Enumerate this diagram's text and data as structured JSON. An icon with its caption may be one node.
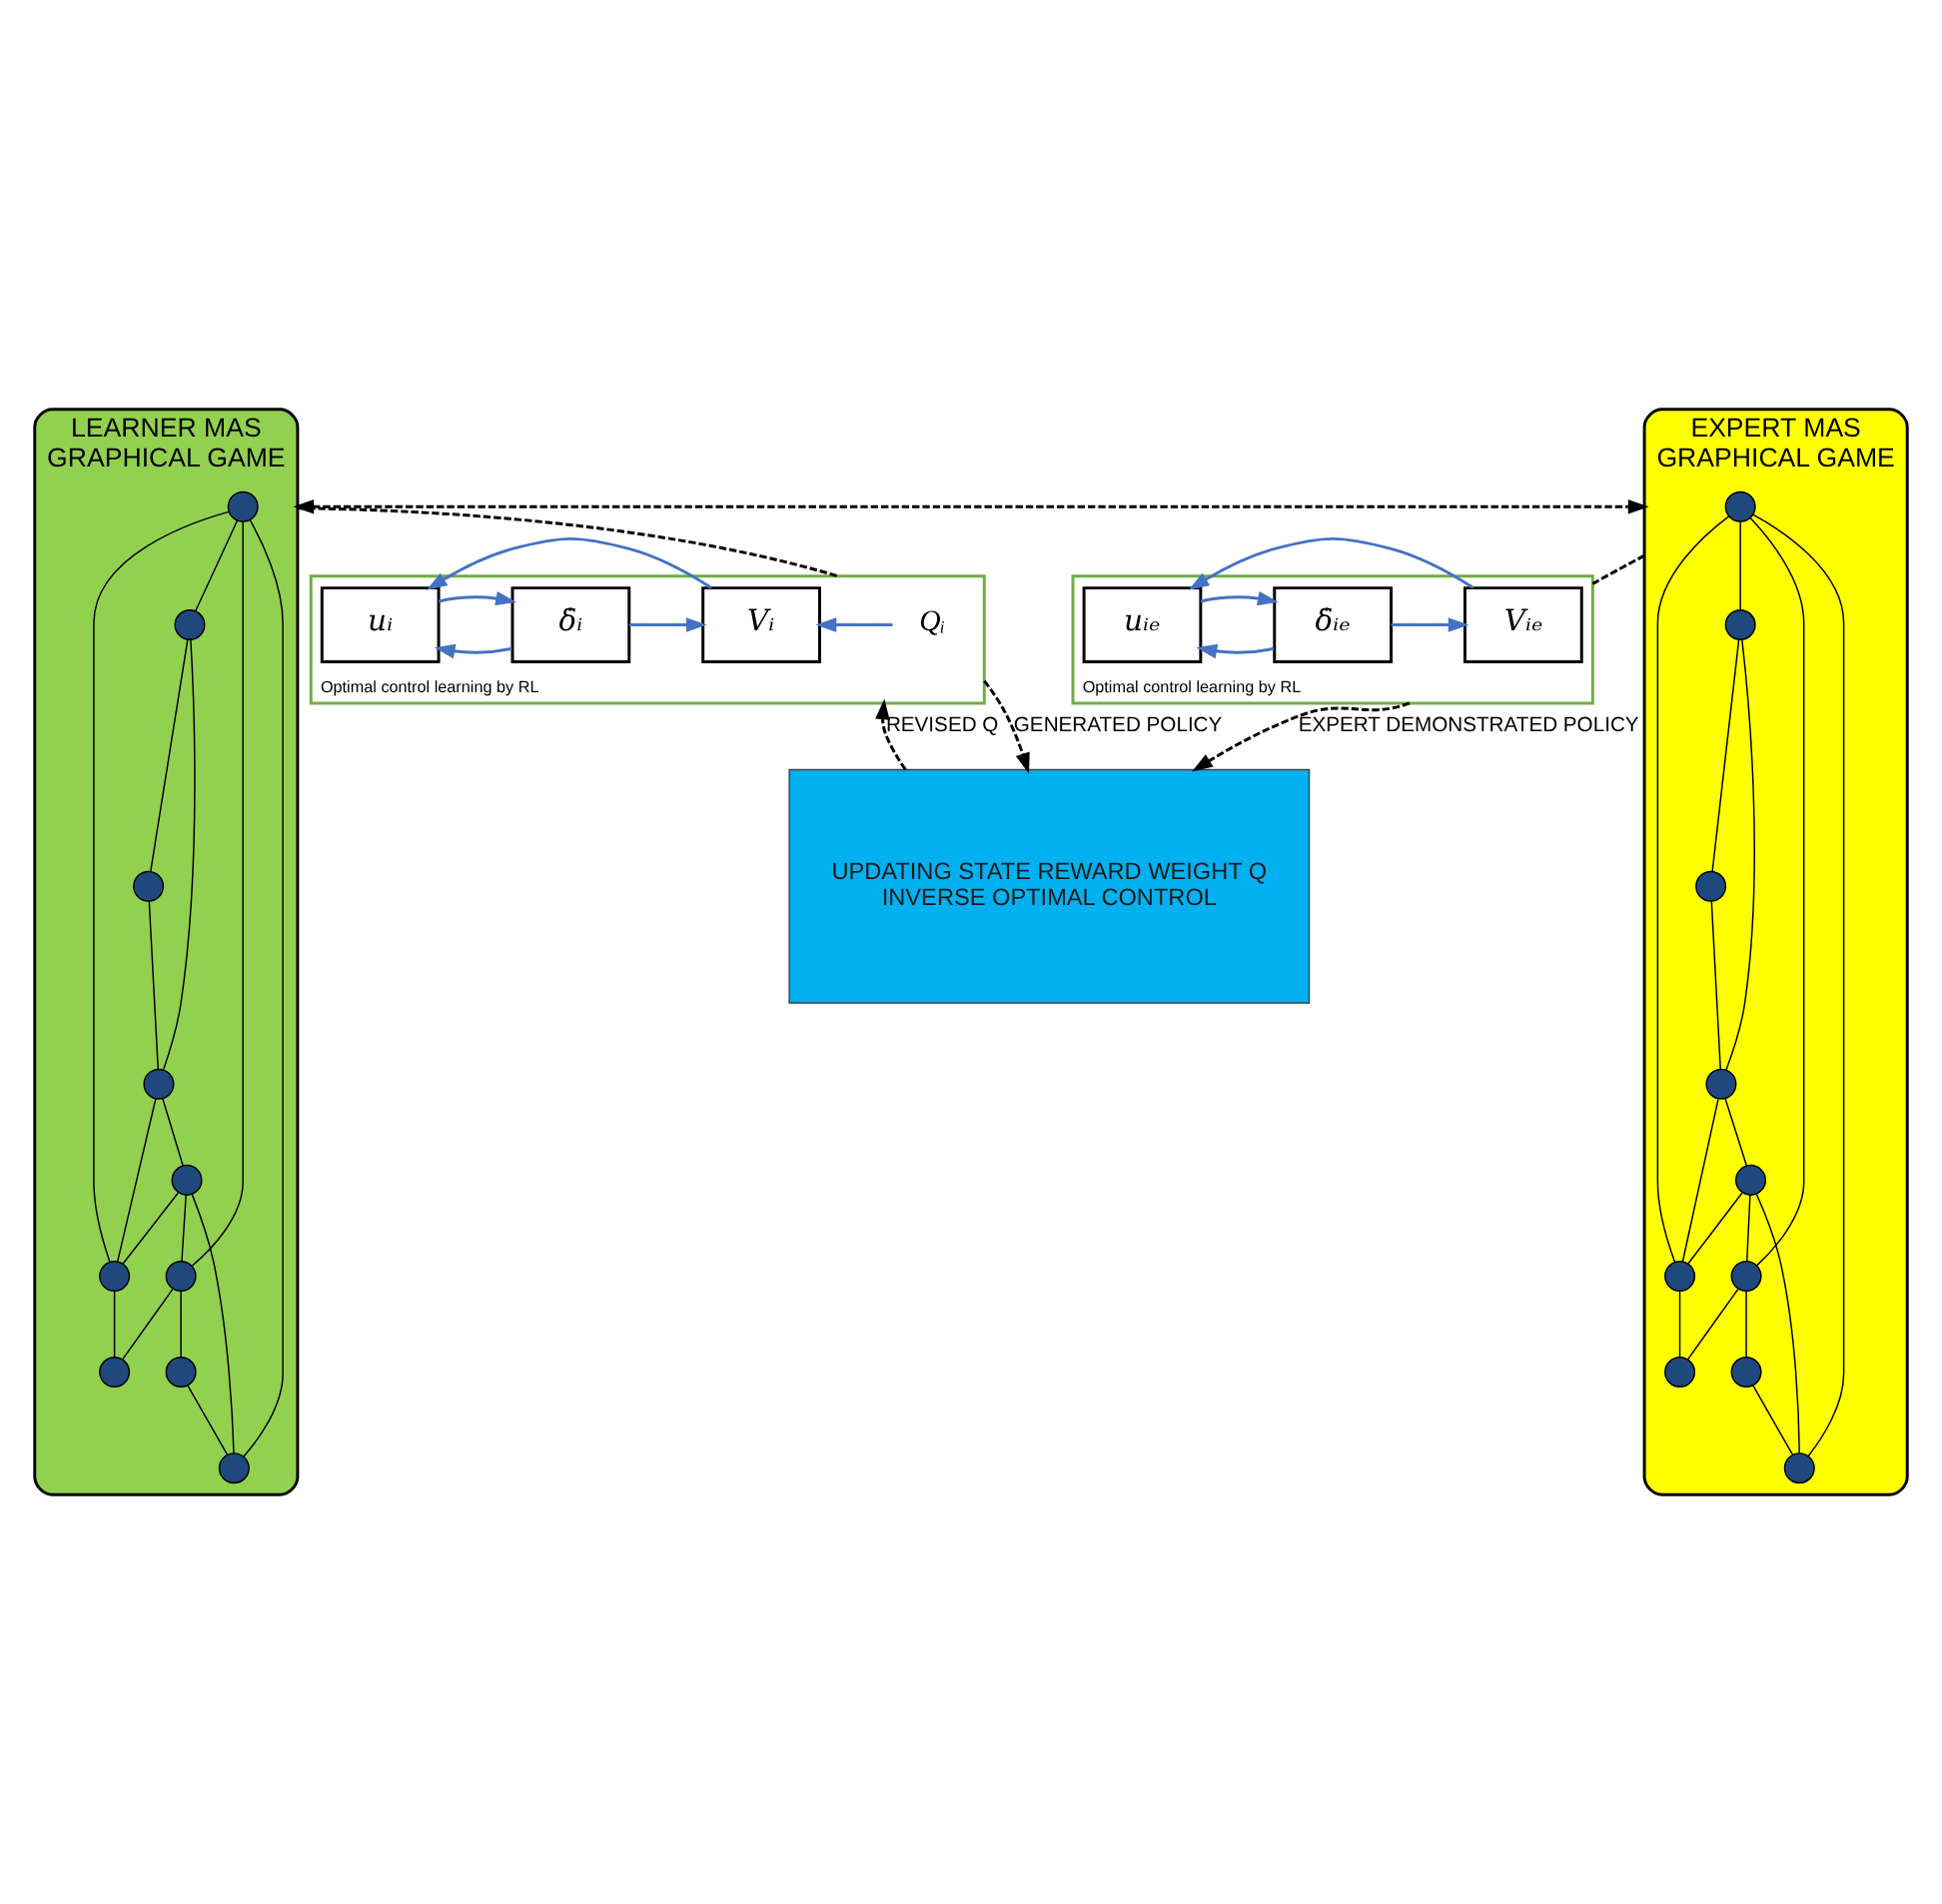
{
  "diagram": {
    "nodes": [
      {
        "text": [
          "LEARNER MAS",
          "GRAPHICAL GAME"
        ]
      },
      {
        "text": [],
        "shape": "circle",
        "in": 0
      },
      {
        "text": [],
        "shape": "circle",
        "in": 0
      },
      {
        "text": [],
        "shape": "circle",
        "in": 0
      },
      {
        "text": [],
        "shape": "circle",
        "in": 0
      },
      {
        "text": [],
        "shape": "circle",
        "in": 0
      },
      {
        "text": [],
        "shape": "circle",
        "in": 0
      },
      {
        "text": [],
        "shape": "circle",
        "in": 0
      },
      {
        "text": [],
        "shape": "circle",
        "in": 0
      },
      {
        "text": [],
        "shape": "circle",
        "in": 0
      },
      {
        "text": [],
        "shape": "circle",
        "in": 0
      },
      {
        "text": [
          "EXPERT MAS",
          "GRAPHICAL GAME"
        ]
      },
      {
        "text": [],
        "shape": "circle",
        "in": 11
      },
      {
        "text": [],
        "shape": "circle",
        "in": 11
      },
      {
        "text": [],
        "shape": "circle",
        "in": 11
      },
      {
        "text": [],
        "shape": "circle",
        "in": 11
      },
      {
        "text": [],
        "shape": "circle",
        "in": 11
      },
      {
        "text": [],
        "shape": "circle",
        "in": 11
      },
      {
        "text": [],
        "shape": "circle",
        "in": 11
      },
      {
        "text": [],
        "shape": "circle",
        "in": 11
      },
      {
        "text": [],
        "shape": "circle",
        "in": 11
      },
      {
        "text": [],
        "shape": "circle",
        "in": 11
      },
      {
        "text": [
          "Optimal control learning by RL"
        ]
      },
      {
        "text": [
          "Qᵢ"
        ],
        "in": 22
      },
      {
        "text": [
          "Vᵢ"
        ],
        "in": 22
      },
      {
        "text": [
          "δ̇ᵢ"
        ],
        "in": 22
      },
      {
        "text": [
          "uᵢ"
        ],
        "in": 22
      },
      {
        "text": [
          "Optimal control learning by RL"
        ]
      },
      {
        "text": [
          "Vᵢₑ"
        ],
        "in": 27
      },
      {
        "text": [
          "δ̇ᵢₑ"
        ],
        "in": 27
      },
      {
        "text": [
          "uᵢₑ"
        ],
        "in": 27
      },
      {
        "text": [
          "UPDATING STATE REWARD WEIGHT Q",
          "INVERSE OPTIMAL CONTROL"
        ]
      }
    ],
    "edges": [
      {
        "from": 1,
        "to": 3,
        "arrow": "none"
      },
      {
        "from": 1,
        "to": 2,
        "arrow": "none"
      },
      {
        "from": 1,
        "to": 5,
        "arrow": "none"
      },
      {
        "from": 1,
        "to": 10,
        "arrow": "none"
      },
      {
        "from": 3,
        "to": 4,
        "arrow": "none"
      },
      {
        "from": 3,
        "to": 7,
        "arrow": "none"
      },
      {
        "from": 4,
        "to": 7,
        "arrow": "none"
      },
      {
        "from": 7,
        "to": 5,
        "arrow": "none"
      },
      {
        "from": 7,
        "to": 8,
        "arrow": "none"
      },
      {
        "from": 8,
        "to": 5,
        "arrow": "none"
      },
      {
        "from": 8,
        "to": 2,
        "arrow": "none"
      },
      {
        "from": 8,
        "to": 10,
        "arrow": "none"
      },
      {
        "from": 2,
        "to": 6,
        "arrow": "none"
      },
      {
        "from": 2,
        "to": 9,
        "arrow": "none"
      },
      {
        "from": 5,
        "to": 9,
        "arrow": "none"
      },
      {
        "from": 6,
        "to": 10,
        "arrow": "none"
      },
      {
        "from": 12,
        "to": 14,
        "arrow": "none"
      },
      {
        "from": 12,
        "to": 13,
        "arrow": "none"
      },
      {
        "from": 12,
        "to": 16,
        "arrow": "none"
      },
      {
        "from": 12,
        "to": 21,
        "arrow": "none"
      },
      {
        "from": 14,
        "to": 15,
        "arrow": "none"
      },
      {
        "from": 14,
        "to": 18,
        "arrow": "none"
      },
      {
        "from": 15,
        "to": 18,
        "arrow": "none"
      },
      {
        "from": 18,
        "to": 16,
        "arrow": "none"
      },
      {
        "from": 18,
        "to": 19,
        "arrow": "none"
      },
      {
        "from": 19,
        "to": 16,
        "arrow": "none"
      },
      {
        "from": 19,
        "to": 13,
        "arrow": "none"
      },
      {
        "from": 19,
        "to": 21,
        "arrow": "none"
      },
      {
        "from": 13,
        "to": 17,
        "arrow": "none"
      },
      {
        "from": 13,
        "to": 20,
        "arrow": "none"
      },
      {
        "from": 16,
        "to": 20,
        "arrow": "none"
      },
      {
        "from": 17,
        "to": 21,
        "arrow": "none"
      },
      {
        "from": 0,
        "to": 11,
        "arrow": "both",
        "style": "dashed"
      },
      {
        "from": 0,
        "to": 22,
        "arrow": "none",
        "style": "dashed"
      },
      {
        "from": 11,
        "to": 27,
        "arrow": "none",
        "style": "dashed"
      },
      {
        "from": 23,
        "to": 24,
        "arrow": "to",
        "color": "#4472c4"
      },
      {
        "from": 25,
        "to": 24,
        "arrow": "to",
        "color": "#4472c4"
      },
      {
        "from": 25,
        "to": 26,
        "arrow": "to",
        "color": "#4472c4"
      },
      {
        "from": 26,
        "to": 25,
        "arrow": "to",
        "color": "#4472c4"
      },
      {
        "from": 24,
        "to": 26,
        "arrow": "to",
        "color": "#4472c4"
      },
      {
        "from": 29,
        "to": 28,
        "arrow": "to",
        "color": "#4472c4"
      },
      {
        "from": 29,
        "to": 30,
        "arrow": "to",
        "color": "#4472c4"
      },
      {
        "from": 30,
        "to": 29,
        "arrow": "to",
        "color": "#4472c4"
      },
      {
        "from": 28,
        "to": 30,
        "arrow": "to",
        "color": "#4472c4"
      },
      {
        "from": 22,
        "to": 31,
        "arrow": "to",
        "style": "dashed",
        "label": "GENERATED POLICY"
      },
      {
        "from": 27,
        "to": 31,
        "arrow": "to",
        "style": "dashed",
        "label": "EXPERT DEMONSTRATED POLICY"
      },
      {
        "from": 31,
        "to": 22,
        "arrow": "to",
        "style": "dashed",
        "label": "REVISED Q"
      }
    ]
  }
}
